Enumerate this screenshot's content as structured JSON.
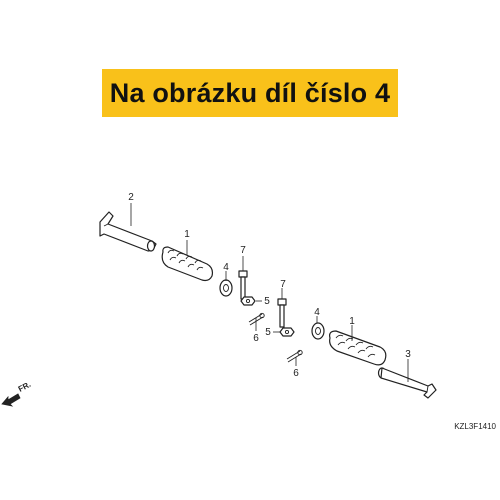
{
  "banner": {
    "text": "Na obrázku díl číslo 4",
    "background": "#f9c11a"
  },
  "callouts": {
    "c1a": "1",
    "c1b": "1",
    "c2": "2",
    "c3": "3",
    "c4a": "4",
    "c4b": "4",
    "c5a": "5",
    "c5b": "5",
    "c6a": "6",
    "c6b": "6",
    "c7a": "7",
    "c7b": "7"
  },
  "direction_label": "FR.",
  "diagram_code": "KZL3F1410"
}
